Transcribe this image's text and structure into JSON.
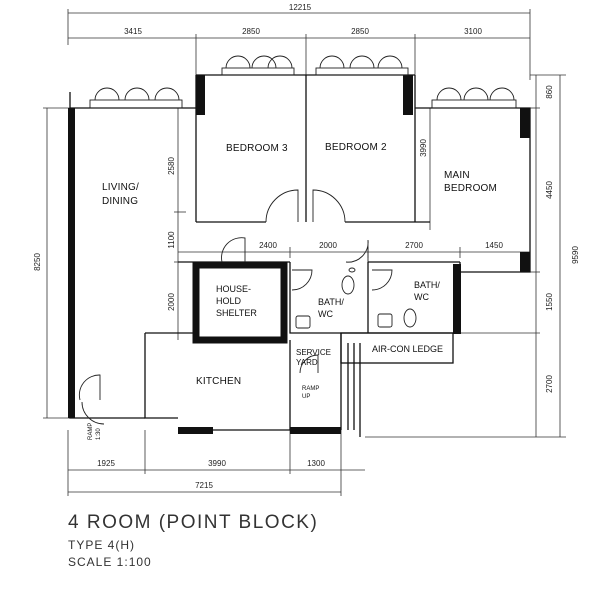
{
  "title": "4 ROOM (POINT BLOCK)",
  "type_label": "TYPE 4(H)",
  "scale_label": "SCALE 1:100",
  "dimensions": {
    "top_total": "12215",
    "top_segments": [
      "3415",
      "2850",
      "2850",
      "3100"
    ],
    "left_total": "8250",
    "right_total": "9590",
    "right_segments": [
      "860",
      "4450",
      "1550",
      "2700"
    ],
    "inner_vertical": [
      "2580",
      "1100",
      "2000"
    ],
    "main_bedroom_depth": "3990",
    "middle_row": [
      "2400",
      "2000",
      "2700",
      "1450"
    ],
    "bottom_segments": [
      "1925",
      "3990",
      "1300"
    ],
    "bottom_total": "7215"
  },
  "rooms": {
    "living_line1": "LIVING/",
    "living_line2": "DINING",
    "bedroom3": "BEDROOM 3",
    "bedroom2": "BEDROOM 2",
    "main_bed_line1": "MAIN",
    "main_bed_line2": "BEDROOM",
    "shelter_line1": "HOUSE-",
    "shelter_line2": "HOLD",
    "shelter_line3": "SHELTER",
    "bath1_line1": "BATH/",
    "bath1_line2": "WC",
    "bath2_line1": "BATH/",
    "bath2_line2": "WC",
    "kitchen": "KITCHEN",
    "service_line1": "SERVICE",
    "service_line2": "YARD",
    "ramp1_line1": "RAMP",
    "ramp1_line2": "UP",
    "ramp2_line1": "RAMP",
    "ramp2_line2": "1:30",
    "aircon": "AIR-CON LEDGE"
  }
}
